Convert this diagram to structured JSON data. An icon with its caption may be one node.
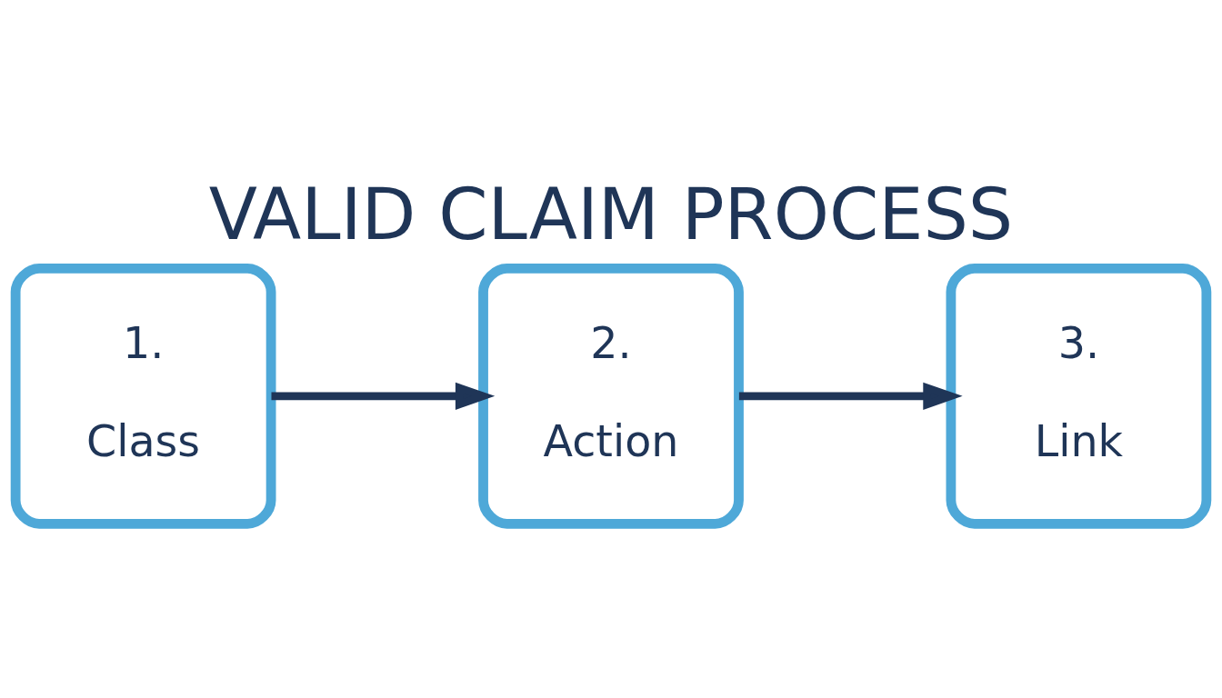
{
  "diagram": {
    "title": "VALID CLAIM PROCESS",
    "nodes": [
      {
        "text": [
          "1.",
          "Class"
        ]
      },
      {
        "text": [
          "2.",
          "Action"
        ]
      },
      {
        "text": [
          "3.",
          "Link"
        ]
      }
    ],
    "edges": [
      {
        "from": 0,
        "to": 1,
        "arrow": "to"
      },
      {
        "from": 1,
        "to": 2,
        "arrow": "to"
      }
    ]
  }
}
